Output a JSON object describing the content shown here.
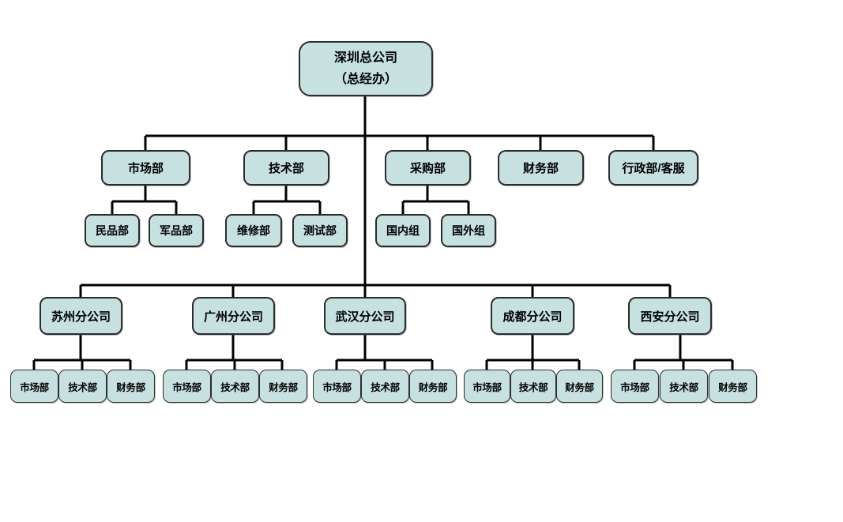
{
  "style": {
    "box_fill": "#C7E1E1",
    "box_border": "#2B2B2B",
    "line_color": "#000000",
    "text_color": "#000000",
    "background": "#FFFFFF"
  },
  "org": {
    "root": {
      "line1": "深圳总公司",
      "line2": "（总经办）"
    },
    "hq_departments": [
      {
        "label": "市场部",
        "children": [
          {
            "label": "民品部"
          },
          {
            "label": "军品部"
          }
        ]
      },
      {
        "label": "技术部",
        "children": [
          {
            "label": "维修部"
          },
          {
            "label": "测试部"
          }
        ]
      },
      {
        "label": "采购部",
        "children": [
          {
            "label": "国内组"
          },
          {
            "label": "国外组"
          }
        ]
      },
      {
        "label": "财务部",
        "children": []
      },
      {
        "label": "行政部/客服",
        "children": []
      }
    ],
    "branches": [
      {
        "label": "苏州分公司",
        "children": [
          {
            "label": "市场部"
          },
          {
            "label": "技术部"
          },
          {
            "label": "财务部"
          }
        ]
      },
      {
        "label": "广州分公司",
        "children": [
          {
            "label": "市场部"
          },
          {
            "label": "技术部"
          },
          {
            "label": "财务部"
          }
        ]
      },
      {
        "label": "武汉分公司",
        "children": [
          {
            "label": "市场部"
          },
          {
            "label": "技术部"
          },
          {
            "label": "财务部"
          }
        ]
      },
      {
        "label": "成都分公司",
        "children": [
          {
            "label": "市场部"
          },
          {
            "label": "技术部"
          },
          {
            "label": "财务部"
          }
        ]
      },
      {
        "label": "西安分公司",
        "children": [
          {
            "label": "市场部"
          },
          {
            "label": "技术部"
          },
          {
            "label": "财务部"
          }
        ]
      }
    ]
  }
}
